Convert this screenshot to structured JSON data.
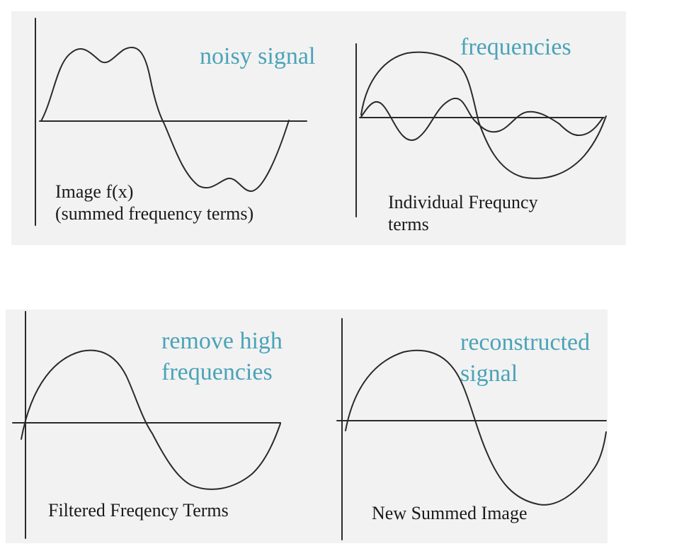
{
  "colors": {
    "annotation": "#4aa3b8",
    "curve": "#2a2a2a",
    "panel": "#f2f2f2"
  },
  "panels": {
    "image_fx": {
      "caption_line1": "Image f(x)",
      "caption_line2": "(summed frequency terms)",
      "annotation": "noisy signal"
    },
    "individual": {
      "caption_line1": "Individual Frequncy",
      "caption_line2": "terms",
      "annotation": "frequencies"
    },
    "filtered": {
      "caption": "Filtered Freqency Terms",
      "annotation_line1": "remove high",
      "annotation_line2": "frequencies"
    },
    "new_summed": {
      "caption": "New Summed Image",
      "annotation_line1": "reconstructed",
      "annotation_line2": "signal"
    }
  }
}
